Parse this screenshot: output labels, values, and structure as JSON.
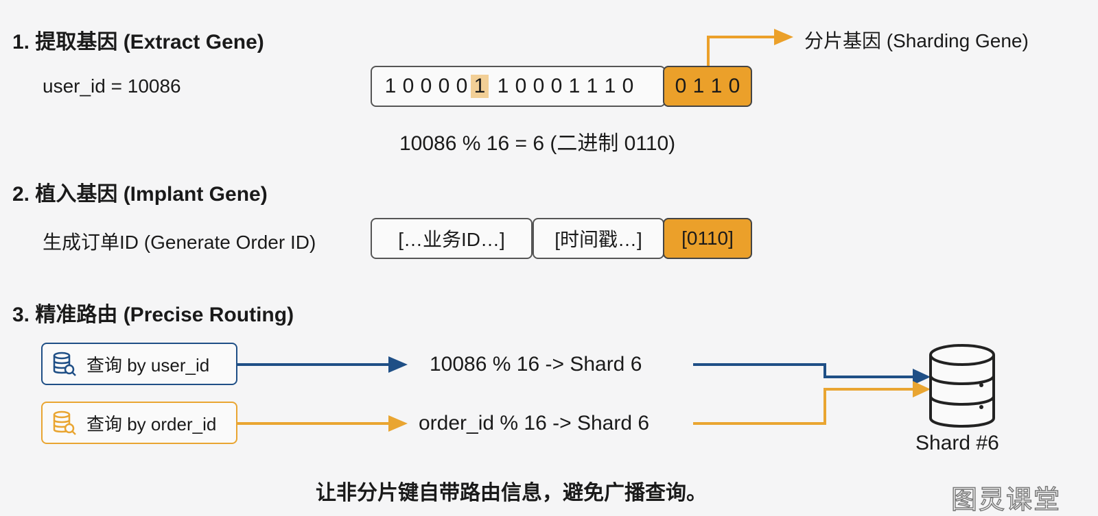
{
  "step1": {
    "heading": "1. 提取基因 (Extract Gene)",
    "label": "user_id = 10086",
    "bits": [
      "1",
      "0",
      "0",
      "0",
      "0",
      "1",
      "1",
      "0",
      "0",
      "0",
      "1",
      "1",
      "1",
      "0"
    ],
    "highlight_index": 5,
    "gene_bits": [
      "0",
      "1",
      "1",
      "0"
    ],
    "gene_label": "分片基因 (Sharding Gene)",
    "formula": "10086 % 16 = 6 (二进制 0110)"
  },
  "step2": {
    "heading": "2. 植入基因 (Implant Gene)",
    "label": "生成订单ID (Generate Order ID)",
    "segments": {
      "business": "[…业务ID…]",
      "timestamp": "[时间戳…]",
      "gene": "[0110]"
    }
  },
  "step3": {
    "heading": "3. 精准路由 (Precise Routing)",
    "query_user": "查询 by user_id",
    "query_order": "查询 by order_id",
    "route_user": "10086 % 16 -> Shard 6",
    "route_order": "order_id % 16 -> Shard 6",
    "shard_label": "Shard #6"
  },
  "footer": "让非分片键自带路由信息，避免广播查询。",
  "watermark": "图灵课堂",
  "colors": {
    "orange": "#eba02a",
    "blue": "#1f4f86",
    "yellow": "#e9a531"
  }
}
